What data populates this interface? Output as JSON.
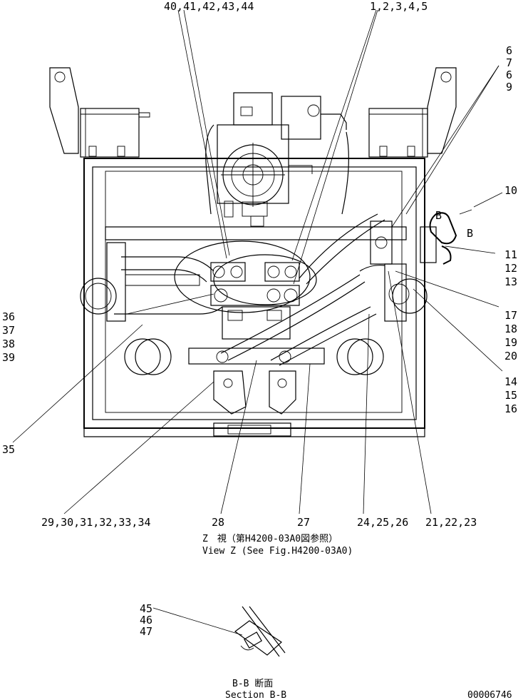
{
  "labels": {
    "top_left": "40,41,42,43,44",
    "top_mid": "1,2,3,4,5",
    "right_a": "6",
    "right_b": "7",
    "right_c": "6",
    "right_d": "9",
    "r10": "10",
    "r11": "11",
    "r12": "12",
    "r13": "13",
    "r17": "17",
    "r18": "18",
    "r19": "19",
    "r20": "20",
    "r14": "14",
    "r15": "15",
    "r16": "16",
    "l36": "36",
    "l37": "37",
    "l38": "38",
    "l39": "39",
    "l35": "35",
    "b29": "29,30,31,32,33,34",
    "b28": "28",
    "b27": "27",
    "b24": "24,25,26",
    "b21": "21,22,23",
    "s45": "45",
    "s46": "46",
    "s47": "47",
    "bB1": "B",
    "bB2": "B"
  },
  "captions": {
    "view_jp": "Z　視（第H4200-03A0図参照）",
    "view_en": "View Z  (See Fig.H4200-03A0)",
    "section_jp": "B-B 断面",
    "section_en": "Section B-B",
    "drawing_no": "00006746"
  }
}
